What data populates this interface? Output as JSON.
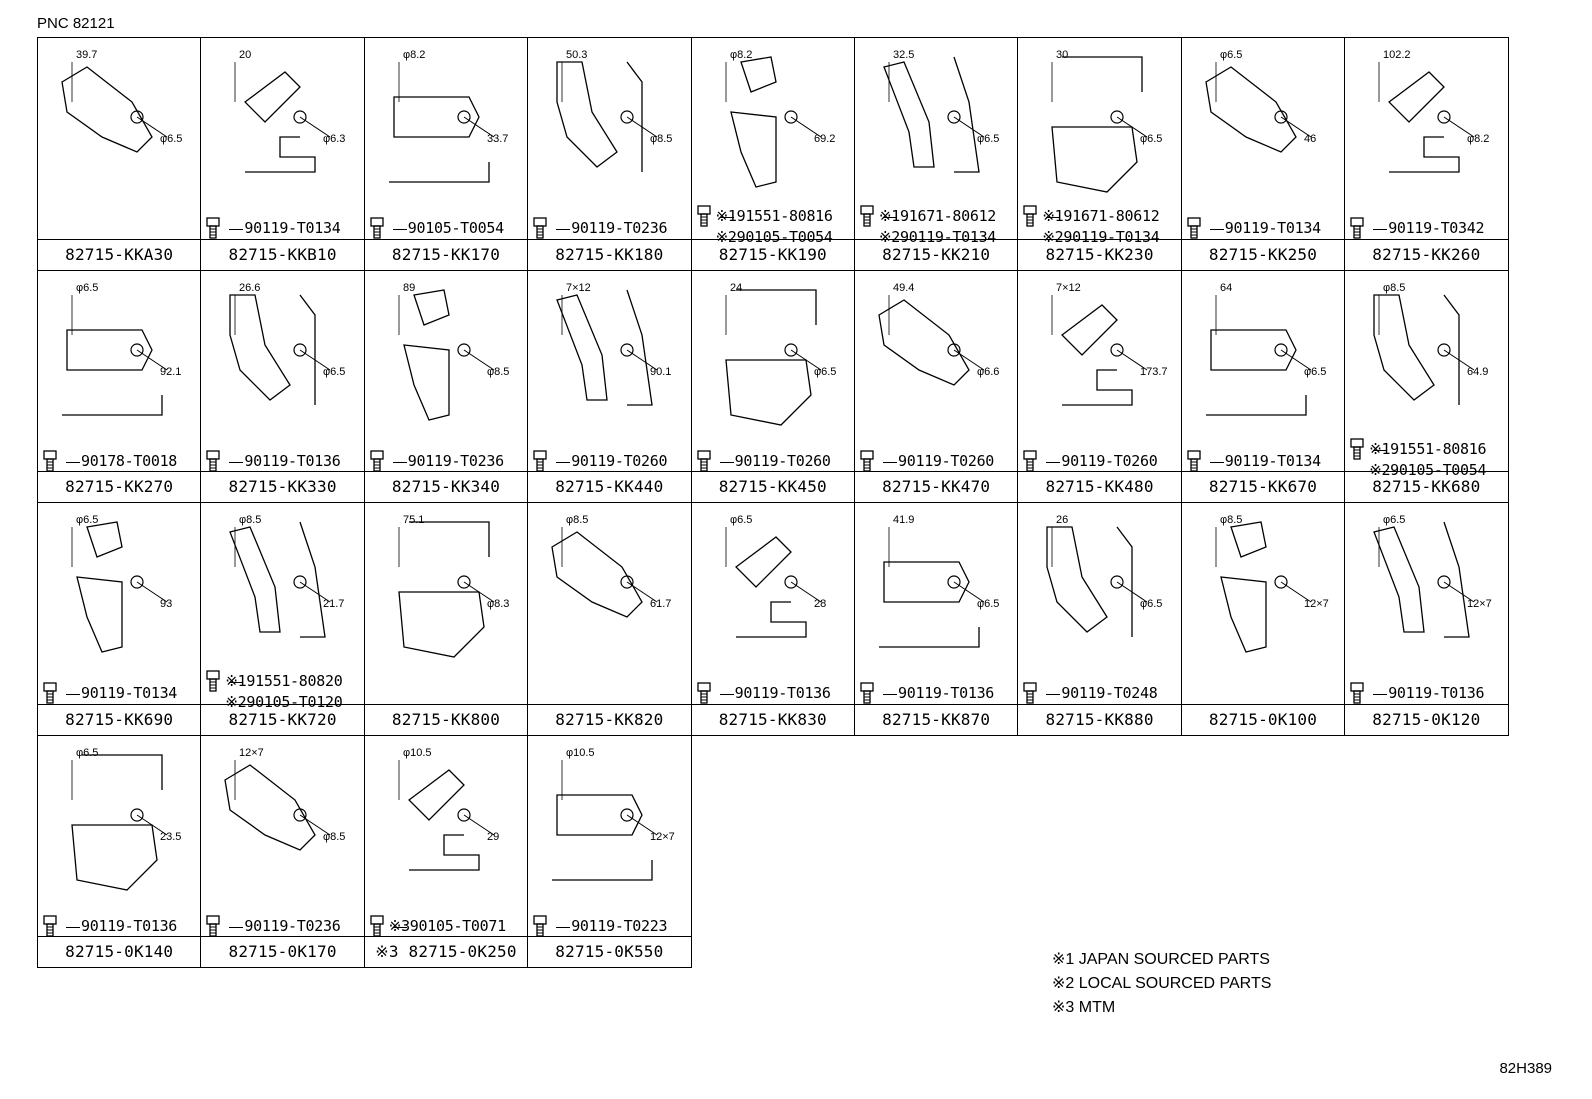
{
  "header": {
    "pnc": "PNC 82121"
  },
  "footer": {
    "ref_code": "82H389"
  },
  "notes": [
    "※1 JAPAN SOURCED PARTS",
    "※2 LOCAL SOURCED PARTS",
    "※3 MTM"
  ],
  "cells": [
    {
      "part": "82715-KKA30",
      "bolt": [],
      "dims": [
        "39.7",
        "φ6.5"
      ]
    },
    {
      "part": "82715-KKB10",
      "bolt": [
        "90119-T0134"
      ],
      "dims": [
        "20",
        "φ6.3"
      ]
    },
    {
      "part": "82715-KK170",
      "bolt": [
        "90105-T0054"
      ],
      "dims": [
        "φ8.2",
        "33.7"
      ]
    },
    {
      "part": "82715-KK180",
      "bolt": [
        "90119-T0236"
      ],
      "dims": [
        "50.3",
        "φ8.5"
      ]
    },
    {
      "part": "82715-KK190",
      "bolt": [
        "※191551-80816",
        "※290105-T0054"
      ],
      "dims": [
        "φ8.2",
        "69.2"
      ]
    },
    {
      "part": "82715-KK210",
      "bolt": [
        "※191671-80612",
        "※290119-T0134"
      ],
      "dims": [
        "32.5",
        "φ6.5"
      ]
    },
    {
      "part": "82715-KK230",
      "bolt": [
        "※191671-80612",
        "※290119-T0134"
      ],
      "dims": [
        "30",
        "φ6.5"
      ]
    },
    {
      "part": "82715-KK250",
      "bolt": [
        "90119-T0134"
      ],
      "dims": [
        "φ6.5",
        "46"
      ]
    },
    {
      "part": "82715-KK260",
      "bolt": [
        "90119-T0342"
      ],
      "dims": [
        "102.2",
        "φ8.2"
      ]
    },
    {
      "part": "82715-KK270",
      "bolt": [
        "90178-T0018"
      ],
      "dims": [
        "φ6.5",
        "92.1"
      ]
    },
    {
      "part": "82715-KK330",
      "bolt": [
        "90119-T0136"
      ],
      "dims": [
        "26.6",
        "φ6.5"
      ]
    },
    {
      "part": "82715-KK340",
      "bolt": [
        "90119-T0236"
      ],
      "dims": [
        "89",
        "φ8.5"
      ]
    },
    {
      "part": "82715-KK440",
      "bolt": [
        "90119-T0260"
      ],
      "dims": [
        "7×12",
        "90.1"
      ]
    },
    {
      "part": "82715-KK450",
      "bolt": [
        "90119-T0260"
      ],
      "dims": [
        "24",
        "φ6.5"
      ]
    },
    {
      "part": "82715-KK470",
      "bolt": [
        "90119-T0260"
      ],
      "dims": [
        "49.4",
        "φ6.6"
      ]
    },
    {
      "part": "82715-KK480",
      "bolt": [
        "90119-T0260"
      ],
      "dims": [
        "7×12",
        "173.7"
      ]
    },
    {
      "part": "82715-KK670",
      "bolt": [
        "90119-T0134"
      ],
      "dims": [
        "64",
        "φ6.5"
      ]
    },
    {
      "part": "82715-KK680",
      "bolt": [
        "※191551-80816",
        "※290105-T0054"
      ],
      "dims": [
        "φ8.5",
        "64.9"
      ]
    },
    {
      "part": "82715-KK690",
      "bolt": [
        "90119-T0134"
      ],
      "dims": [
        "φ6.5",
        "93"
      ]
    },
    {
      "part": "82715-KK720",
      "bolt": [
        "※191551-80820",
        "※290105-T0120"
      ],
      "dims": [
        "φ8.5",
        "21.7"
      ]
    },
    {
      "part": "82715-KK800",
      "bolt": [],
      "dims": [
        "75.1",
        "φ8.3"
      ]
    },
    {
      "part": "82715-KK820",
      "bolt": [],
      "dims": [
        "φ8.5",
        "61.7"
      ]
    },
    {
      "part": "82715-KK830",
      "bolt": [
        "90119-T0136"
      ],
      "dims": [
        "φ6.5",
        "28"
      ]
    },
    {
      "part": "82715-KK870",
      "bolt": [
        "90119-T0136"
      ],
      "dims": [
        "41.9",
        "φ6.5"
      ]
    },
    {
      "part": "82715-KK880",
      "bolt": [
        "90119-T0248"
      ],
      "dims": [
        "26",
        "φ6.5"
      ]
    },
    {
      "part": "82715-0K100",
      "bolt": [],
      "dims": [
        "φ8.5",
        "12×7"
      ]
    },
    {
      "part": "82715-0K120",
      "bolt": [
        "90119-T0136"
      ],
      "dims": [
        "φ6.5",
        "12×7"
      ]
    },
    {
      "part": "82715-0K140",
      "bolt": [
        "90119-T0136"
      ],
      "dims": [
        "φ6.5",
        "23.5"
      ]
    },
    {
      "part": "82715-0K170",
      "bolt": [
        "90119-T0236"
      ],
      "dims": [
        "12×7",
        "φ8.5"
      ]
    },
    {
      "part": "※3 82715-0K250",
      "bolt": [
        "※390105-T0071"
      ],
      "dims": [
        "φ10.5",
        "29"
      ]
    },
    {
      "part": "82715-0K550",
      "bolt": [
        "90119-T0223"
      ],
      "dims": [
        "φ10.5",
        "12×7"
      ]
    }
  ]
}
